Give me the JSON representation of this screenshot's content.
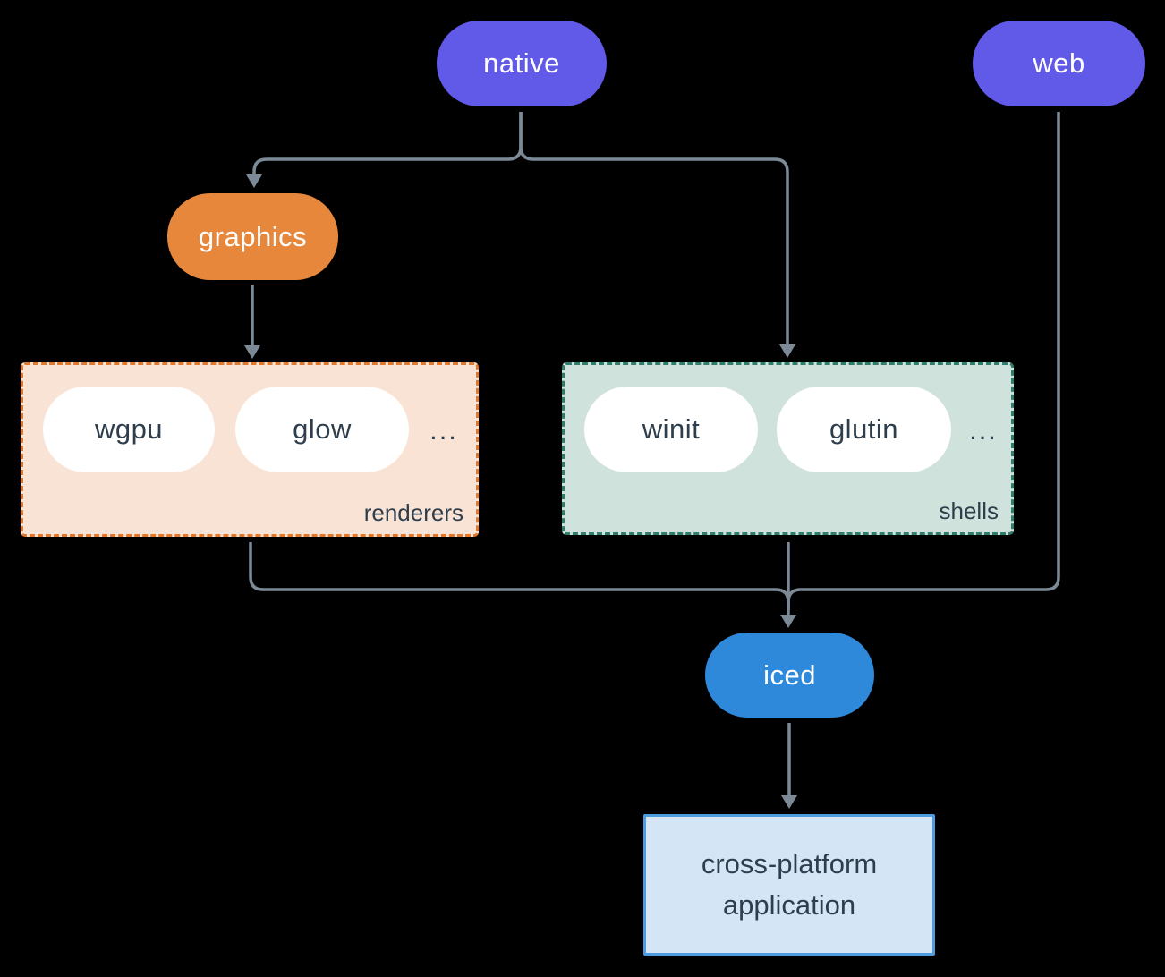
{
  "diagram": {
    "nodes": {
      "native": "native",
      "web": "web",
      "graphics": "graphics",
      "iced": "iced",
      "application": "cross-platform application"
    },
    "groups": {
      "renderers": {
        "label": "renderers",
        "items": [
          "wgpu",
          "glow"
        ],
        "more": "..."
      },
      "shells": {
        "label": "shells",
        "items": [
          "winit",
          "glutin"
        ],
        "more": "..."
      }
    },
    "colors": {
      "platform_pill": "#6159e8",
      "graphics_pill": "#e6873c",
      "iced_pill": "#2e89db",
      "renderers_bg": "#f9e3d4",
      "renderers_border": "#e0792e",
      "shells_bg": "#d0e2dc",
      "shells_border": "#2f7d6d",
      "application_bg": "#d4e6f6",
      "application_border": "#4f9be0",
      "connector": "#7c8a97",
      "dark_text": "#2f3e4c",
      "background": "#000000"
    }
  }
}
